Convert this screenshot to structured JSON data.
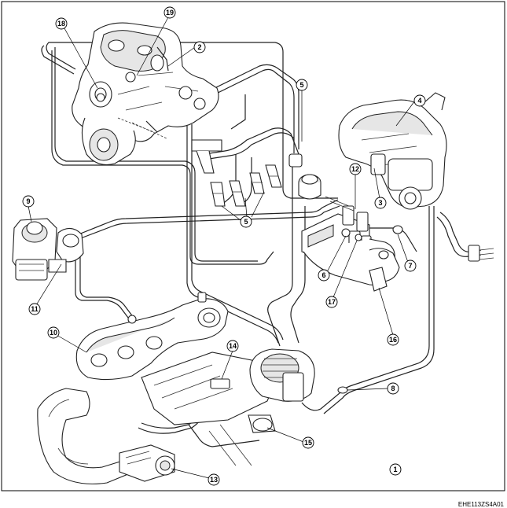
{
  "figure_code": "EHE113ZS4A01",
  "callouts": {
    "c1": "1",
    "c2": "2",
    "c3": "3",
    "c4": "4",
    "c5a": "5",
    "c5b": "5",
    "c6": "6",
    "c7": "7",
    "c8": "8",
    "c9": "9",
    "c10": "10",
    "c11": "11",
    "c12": "12",
    "c13": "13",
    "c14": "14",
    "c15": "15",
    "c16": "16",
    "c17": "17",
    "c18": "18",
    "c19": "19"
  }
}
